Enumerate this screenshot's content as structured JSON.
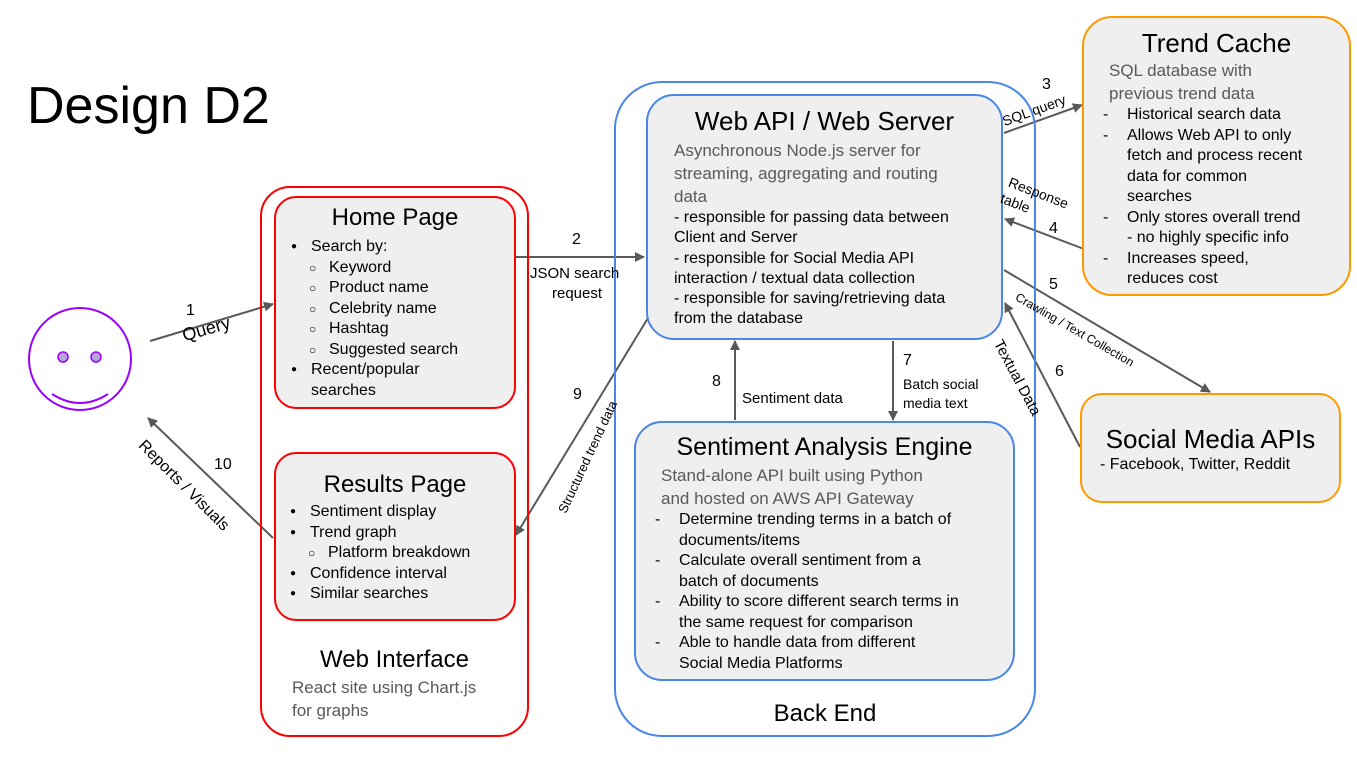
{
  "page_title": "Design D2",
  "user": {
    "icon": "smiley-face-icon"
  },
  "web_interface": {
    "title": "Web Interface",
    "desc": [
      "React site using Chart.js",
      "for graphs"
    ],
    "home_page": {
      "title": "Home Page",
      "items": [
        {
          "level": 1,
          "text": "Search by:"
        },
        {
          "level": 2,
          "text": "Keyword"
        },
        {
          "level": 2,
          "text": "Product name"
        },
        {
          "level": 2,
          "text": "Celebrity name"
        },
        {
          "level": 2,
          "text": "Hashtag"
        },
        {
          "level": 2,
          "text": "Suggested search"
        },
        {
          "level": 1,
          "text": "Recent/popular"
        },
        {
          "level": 0,
          "text": "searches"
        }
      ]
    },
    "results_page": {
      "title": "Results Page",
      "items": [
        {
          "level": 1,
          "text": "Sentiment display"
        },
        {
          "level": 1,
          "text": "Trend graph"
        },
        {
          "level": 2,
          "text": "Platform breakdown"
        },
        {
          "level": 1,
          "text": "Confidence interval"
        },
        {
          "level": 1,
          "text": "Similar searches"
        }
      ]
    }
  },
  "back_end": {
    "title": "Back End",
    "web_api": {
      "title": "Web API / Web Server",
      "desc": [
        "Asynchronous Node.js server for",
        "streaming, aggregating and routing",
        "data"
      ],
      "lines": [
        "- responsible for passing data between",
        "Client and Server",
        "- responsible for Social Media API",
        "interaction / textual data collection",
        "- responsible for saving/retrieving data",
        "from the database"
      ]
    },
    "sentiment": {
      "title": "Sentiment Analysis Engine",
      "desc": [
        "Stand-alone API built using Python",
        "and hosted on AWS API Gateway"
      ],
      "items": [
        [
          "Determine trending terms in a batch of",
          "documents/items"
        ],
        [
          "Calculate overall sentiment from a",
          "batch of documents"
        ],
        [
          "Ability to score different search terms in",
          "the same request for comparison"
        ],
        [
          "Able to handle data from different",
          "Social Media Platforms"
        ]
      ]
    }
  },
  "trend_cache": {
    "title": "Trend Cache",
    "desc": [
      "SQL database with",
      "previous trend data"
    ],
    "items": [
      [
        "Historical search data"
      ],
      [
        "Allows Web API to only",
        "fetch and process recent",
        "data for common",
        "searches"
      ],
      [
        "Only stores overall trend",
        "- no highly specific info"
      ],
      [
        "Increases speed,",
        "reduces cost"
      ]
    ]
  },
  "social_media": {
    "title": "Social Media APIs",
    "desc": "- Facebook, Twitter, Reddit"
  },
  "flows": {
    "f1": {
      "num": "1",
      "label": "Query"
    },
    "f2": {
      "num": "2",
      "label_1": "JSON search",
      "label_2": "request"
    },
    "f3": {
      "num": "3",
      "label": "SQL query"
    },
    "f4": {
      "num": "4",
      "label_1": "Response",
      "label_2": "table"
    },
    "f5": {
      "num": "5",
      "label": "Crawling / Text Collection"
    },
    "f6": {
      "num": "6",
      "label": "Textual Data"
    },
    "f7": {
      "num": "7",
      "label_1": "Batch social",
      "label_2": "media text"
    },
    "f8": {
      "num": "8",
      "label": "Sentiment data"
    },
    "f9": {
      "num": "9",
      "label": "Structured trend data"
    },
    "f10": {
      "num": "10",
      "label": "Reports / Visuals"
    }
  },
  "colors": {
    "web_interface": "#ff0000",
    "back_end": "#4a86e8",
    "trend_cache": "#ff9900",
    "user": "#9900ff",
    "arrow": "#595959",
    "inner_fill": "#efefef"
  }
}
